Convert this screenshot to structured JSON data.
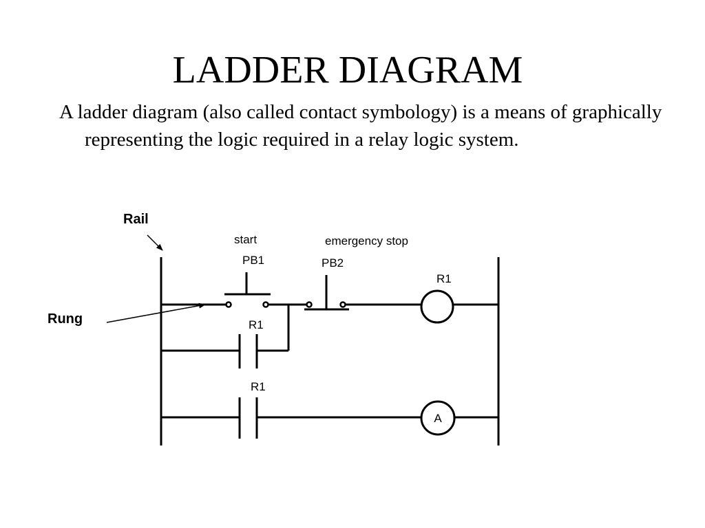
{
  "slide": {
    "title": "LADDER DIAGRAM",
    "body": "A ladder diagram (also called contact symbology)  is a means of graphically representing the logic required in a relay logic system."
  },
  "diagram": {
    "annotations": {
      "rail": "Rail",
      "rung": "Rung"
    },
    "pb1": {
      "caption": "start",
      "tag": "PB1"
    },
    "pb2": {
      "caption": "emergency stop",
      "tag": "PB2"
    },
    "relay_coil": {
      "tag": "R1"
    },
    "seal_in_contact": {
      "tag": "R1"
    },
    "output_contact": {
      "tag": "R1"
    },
    "output_coil": {
      "symbol": "A"
    }
  }
}
